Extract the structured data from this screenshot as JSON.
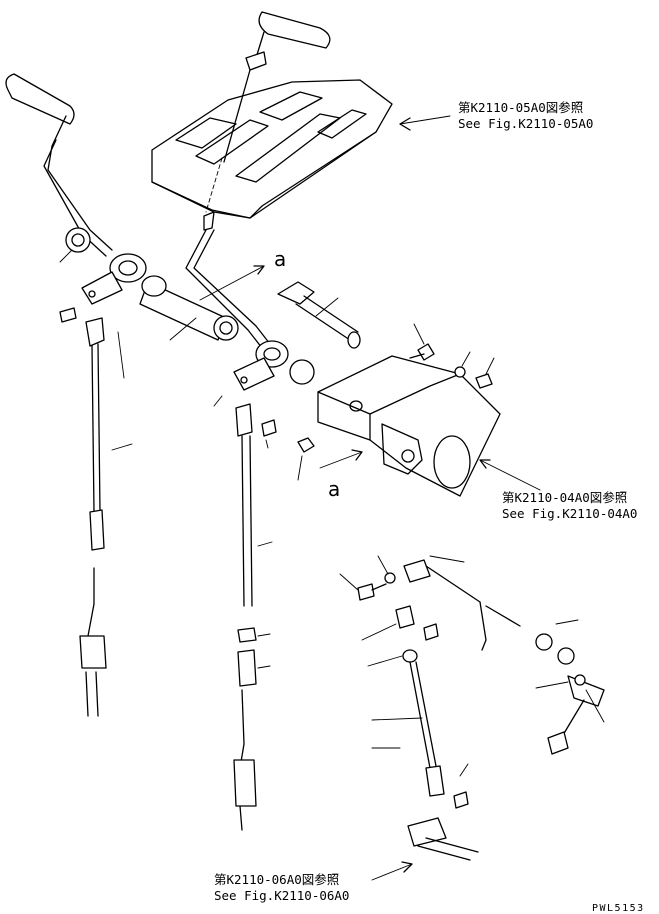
{
  "references": {
    "cover": {
      "ja": "第K2110-05A0図参照",
      "en": "See Fig.K2110-05A0"
    },
    "bracket": {
      "ja": "第K2110-04A0図参照",
      "en": "See Fig.K2110-04A0"
    },
    "pedal": {
      "ja": "第K2110-06A0図参照",
      "en": "See Fig.K2110-06A0"
    }
  },
  "detail_marker": "a",
  "drawing_code": "PWL5153"
}
